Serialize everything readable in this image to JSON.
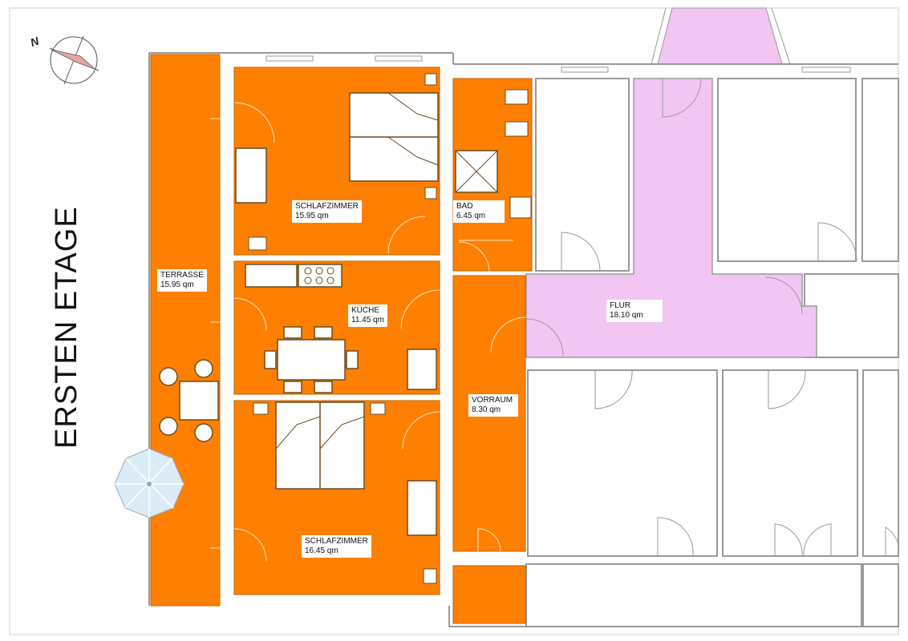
{
  "floor_title": "ERSTEN ETAGE",
  "north_label": "N",
  "colors": {
    "apartment": "#ff8000",
    "apartment_dark": "#e06c00",
    "hall": "#f2c6f2",
    "wall": "#9a9a9a",
    "furniture_line": "#6b4a1e",
    "umbrella": "#dcecf6"
  },
  "rooms": [
    {
      "id": "terrasse",
      "name": "TERRASSE",
      "area": "15.95 qm"
    },
    {
      "id": "schlafzimmer-1",
      "name": "SCHLAFZIMMER",
      "area": "15.95 qm"
    },
    {
      "id": "bad",
      "name": "BAD",
      "area": "6.45 qm"
    },
    {
      "id": "kueche",
      "name": "KÜCHE",
      "area": "11.45 qm"
    },
    {
      "id": "vorraum",
      "name": "VORRAUM",
      "area": "8.30 qm"
    },
    {
      "id": "flur",
      "name": "FLUR",
      "area": "18.10 qm"
    },
    {
      "id": "schlafzimmer-2",
      "name": "SCHLAFZIMMER",
      "area": "16.45 qm"
    }
  ]
}
